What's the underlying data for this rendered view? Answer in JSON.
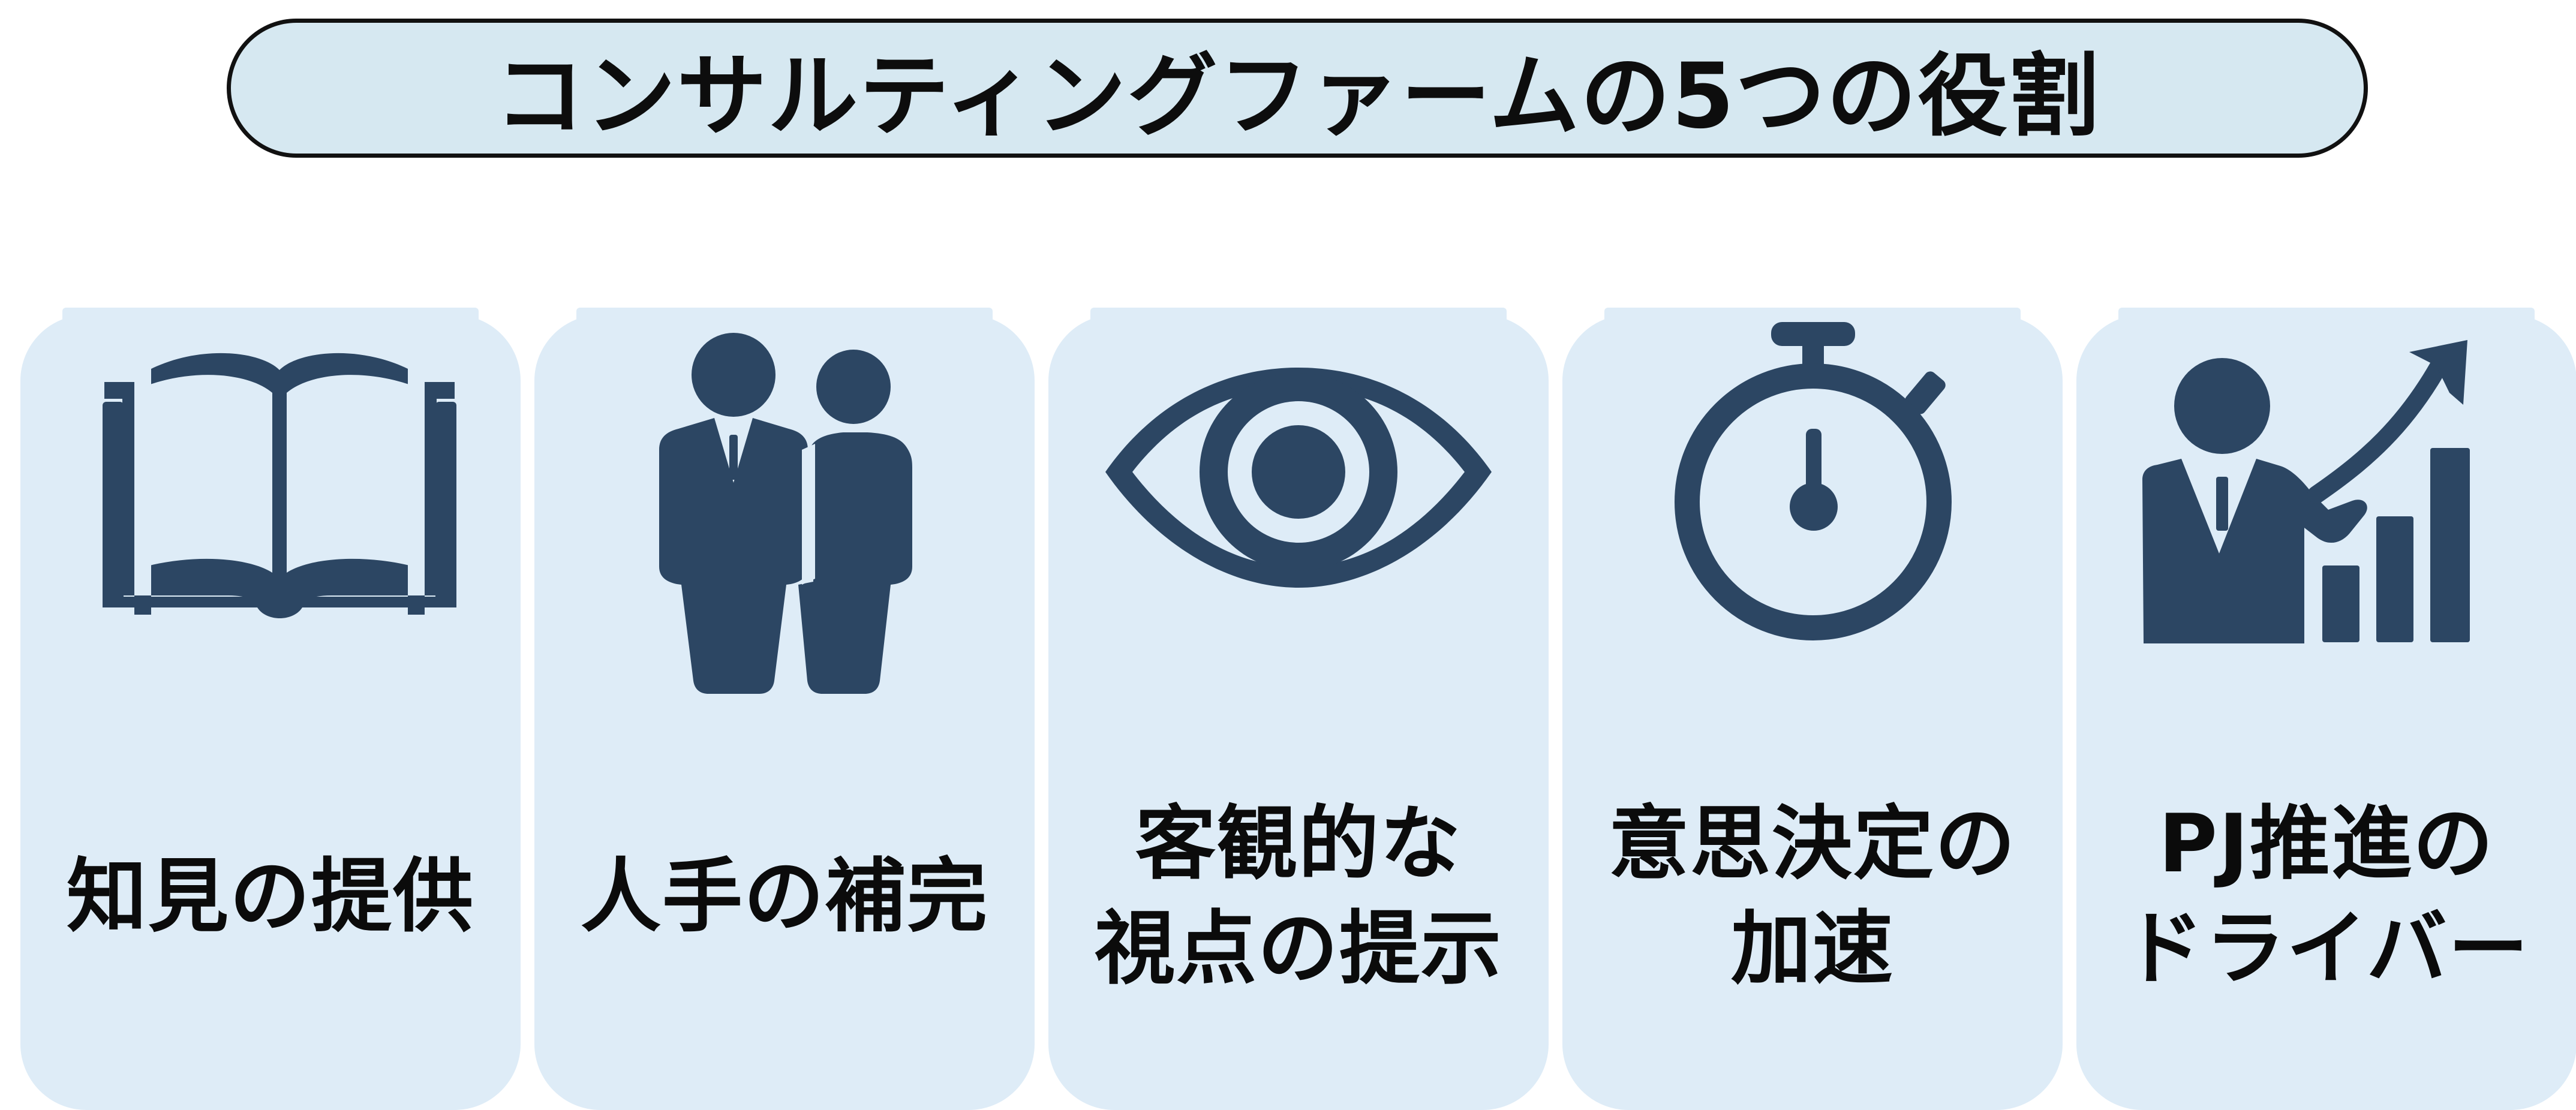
{
  "title": "コンサルティングファームの5つの役割",
  "colors": {
    "title_bg": "#d6e8f1",
    "card_bg": "#deecf7",
    "icon": "#2c4663",
    "text": "#0b0b0b"
  },
  "roles": [
    {
      "icon": "open-book-icon",
      "lines": [
        "知見の提供"
      ]
    },
    {
      "icon": "two-people-icon",
      "lines": [
        "人手の補完"
      ]
    },
    {
      "icon": "eye-icon",
      "lines": [
        "客観的な",
        "視点の提示"
      ]
    },
    {
      "icon": "stopwatch-icon",
      "lines": [
        "意思決定の",
        "加速"
      ]
    },
    {
      "icon": "growth-chart-person-icon",
      "lines": [
        "PJ推進の",
        "ドライバー"
      ]
    }
  ]
}
